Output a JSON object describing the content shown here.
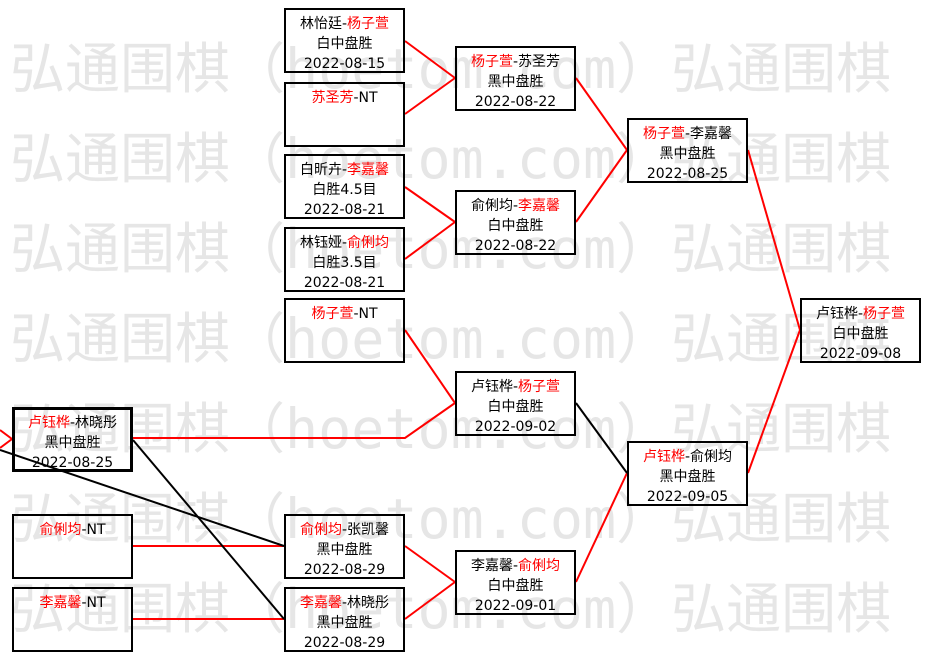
{
  "watermark": {
    "brand": "弘通围棋",
    "site": "（hoetom.com）"
  },
  "sep": "-",
  "colors": {
    "winner": "#ff0000",
    "loss_line": "#000000",
    "watermark": "#e6e6e6"
  },
  "matches": [
    {
      "players": [
        {
          "name": "林怡廷",
          "won": false
        },
        {
          "name": "杨子萱",
          "won": true
        }
      ],
      "result": "白中盘胜",
      "date": "2022-08-15"
    },
    {
      "players": [
        {
          "name": "苏圣芳",
          "won": true
        },
        {
          "name": "NT",
          "won": false
        }
      ]
    },
    {
      "players": [
        {
          "name": "白昕卉",
          "won": false
        },
        {
          "name": "李嘉馨",
          "won": true
        }
      ],
      "result": "白胜4.5目",
      "date": "2022-08-21"
    },
    {
      "players": [
        {
          "name": "林钰娅",
          "won": false
        },
        {
          "name": "俞俐均",
          "won": true
        }
      ],
      "result": "白胜3.5目",
      "date": "2022-08-21"
    },
    {
      "players": [
        {
          "name": "杨子萱",
          "won": true
        },
        {
          "name": "NT",
          "won": false
        }
      ]
    },
    {
      "players": [
        {
          "name": "卢钰桦",
          "won": true
        },
        {
          "name": "林晓彤",
          "won": false
        }
      ],
      "result": "黑中盘胜",
      "date": "2022-08-25"
    },
    {
      "players": [
        {
          "name": "俞俐均",
          "won": true
        },
        {
          "name": "NT",
          "won": false
        }
      ]
    },
    {
      "players": [
        {
          "name": "李嘉馨",
          "won": true
        },
        {
          "name": "NT",
          "won": false
        }
      ]
    },
    {
      "players": [
        {
          "name": "俞俐均",
          "won": true
        },
        {
          "name": "张凯馨",
          "won": false
        }
      ],
      "result": "黑中盘胜",
      "date": "2022-08-29"
    },
    {
      "players": [
        {
          "name": "李嘉馨",
          "won": true
        },
        {
          "name": "林晓彤",
          "won": false
        }
      ],
      "result": "黑中盘胜",
      "date": "2022-08-29"
    },
    {
      "players": [
        {
          "name": "杨子萱",
          "won": true
        },
        {
          "name": "苏圣芳",
          "won": false
        }
      ],
      "result": "黑中盘胜",
      "date": "2022-08-22"
    },
    {
      "players": [
        {
          "name": "俞俐均",
          "won": false
        },
        {
          "name": "李嘉馨",
          "won": true
        }
      ],
      "result": "白中盘胜",
      "date": "2022-08-22"
    },
    {
      "players": [
        {
          "name": "卢钰桦",
          "won": false
        },
        {
          "name": "杨子萱",
          "won": true
        }
      ],
      "result": "白中盘胜",
      "date": "2022-09-02"
    },
    {
      "players": [
        {
          "name": "李嘉馨",
          "won": false
        },
        {
          "name": "俞俐均",
          "won": true
        }
      ],
      "result": "白中盘胜",
      "date": "2022-09-01"
    },
    {
      "players": [
        {
          "name": "杨子萱",
          "won": true
        },
        {
          "name": "李嘉馨",
          "won": false
        }
      ],
      "result": "黑中盘胜",
      "date": "2022-08-25"
    },
    {
      "players": [
        {
          "name": "卢钰桦",
          "won": true
        },
        {
          "name": "俞俐均",
          "won": false
        }
      ],
      "result": "黑中盘胜",
      "date": "2022-09-05"
    },
    {
      "players": [
        {
          "name": "卢钰桦",
          "won": false
        },
        {
          "name": "杨子萱",
          "won": true
        }
      ],
      "result": "白中盘胜",
      "date": "2022-09-08"
    }
  ]
}
